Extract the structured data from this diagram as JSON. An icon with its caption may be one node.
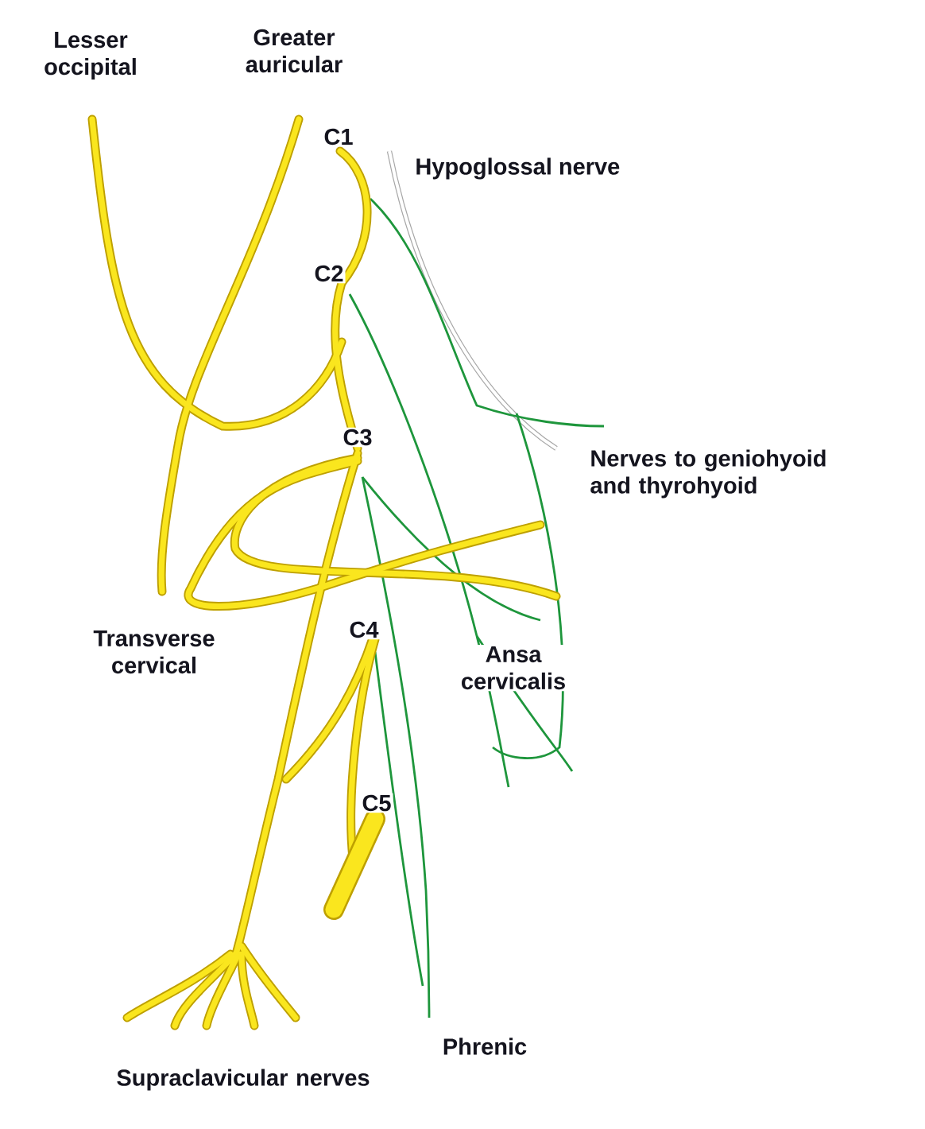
{
  "diagram": {
    "labels": [
      "Lesser occipital",
      "Greater auricular",
      "C1",
      "Hypoglossal nerve",
      "C2",
      "Nerves to geniohyoid and thyrohyoid",
      "C3",
      "Transverse cervical",
      "C4",
      "Ansa cervicalis",
      "C5",
      "Supraclavicular nerves",
      "Phrenic"
    ]
  }
}
